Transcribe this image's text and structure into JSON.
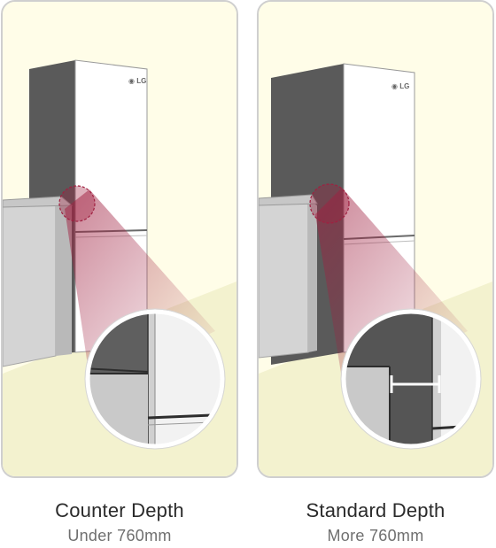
{
  "brand": "LG",
  "colors": {
    "wall": "#fffde8",
    "floor": "#f3f2cf",
    "highlight": "#a02040",
    "fridge_side": "#5a5a5a",
    "fridge_front": "#ffffff",
    "counter": "#d4d4d4"
  },
  "options": [
    {
      "id": "counter-depth",
      "title": "Counter Depth",
      "subtitle": "Under 760mm"
    },
    {
      "id": "standard-depth",
      "title": "Standard Depth",
      "subtitle": "More 760mm"
    }
  ]
}
